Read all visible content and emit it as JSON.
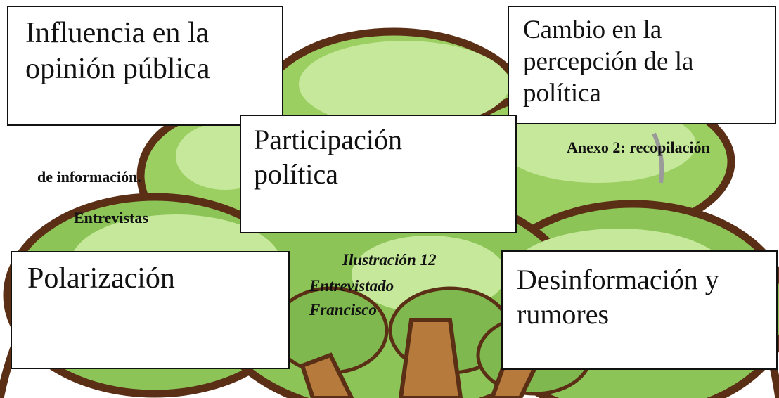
{
  "tree_art": {
    "icon": "cartoon-tree-icon",
    "colors": {
      "foliage_light": "#c6e89a",
      "foliage_mid": "#9ccf62",
      "foliage_dark": "#7fb84e",
      "outline": "#5a2f16",
      "trunk": "#b57a3c"
    }
  },
  "boxes": {
    "opinion": "Influencia en la\nopinión pública",
    "cambio": "Cambio en la\npercepción de la\npolítica",
    "participacion": "Participación\npolítica",
    "polarizacion": "Polarización",
    "desinformacion": "Desinformación y\nrumores"
  },
  "annex": {
    "line1": "Anexo 2: recopilación",
    "line2": "de información.",
    "line3": "Entrevistas"
  },
  "caption": {
    "line1": "Ilustración 12",
    "line2": "Entrevistado",
    "line3": "Francisco"
  }
}
